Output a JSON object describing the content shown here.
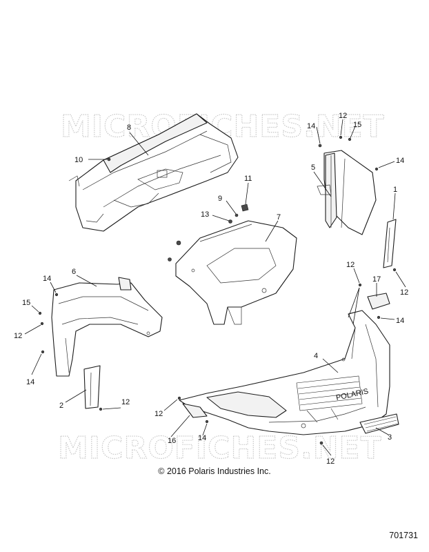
{
  "watermark": "MICROFICHES.NET",
  "copyright": "© 2016 Polaris Industries Inc.",
  "document_number": "701731",
  "brand_text": "POLARIS",
  "callouts": {
    "c1": "1",
    "c2": "2",
    "c3": "3",
    "c4": "4",
    "c5": "5",
    "c6": "6",
    "c7": "7",
    "c8": "8",
    "c9": "9",
    "c10": "10",
    "c11": "11",
    "c12a": "12",
    "c12b": "12",
    "c12c": "12",
    "c12d": "12",
    "c12e": "12",
    "c12f": "12",
    "c12g": "12",
    "c13": "13",
    "c14a": "14",
    "c14b": "14",
    "c14c": "14",
    "c14d": "14",
    "c14e": "14",
    "c14f": "14",
    "c15a": "15",
    "c15b": "15",
    "c16": "16",
    "c17": "17"
  }
}
